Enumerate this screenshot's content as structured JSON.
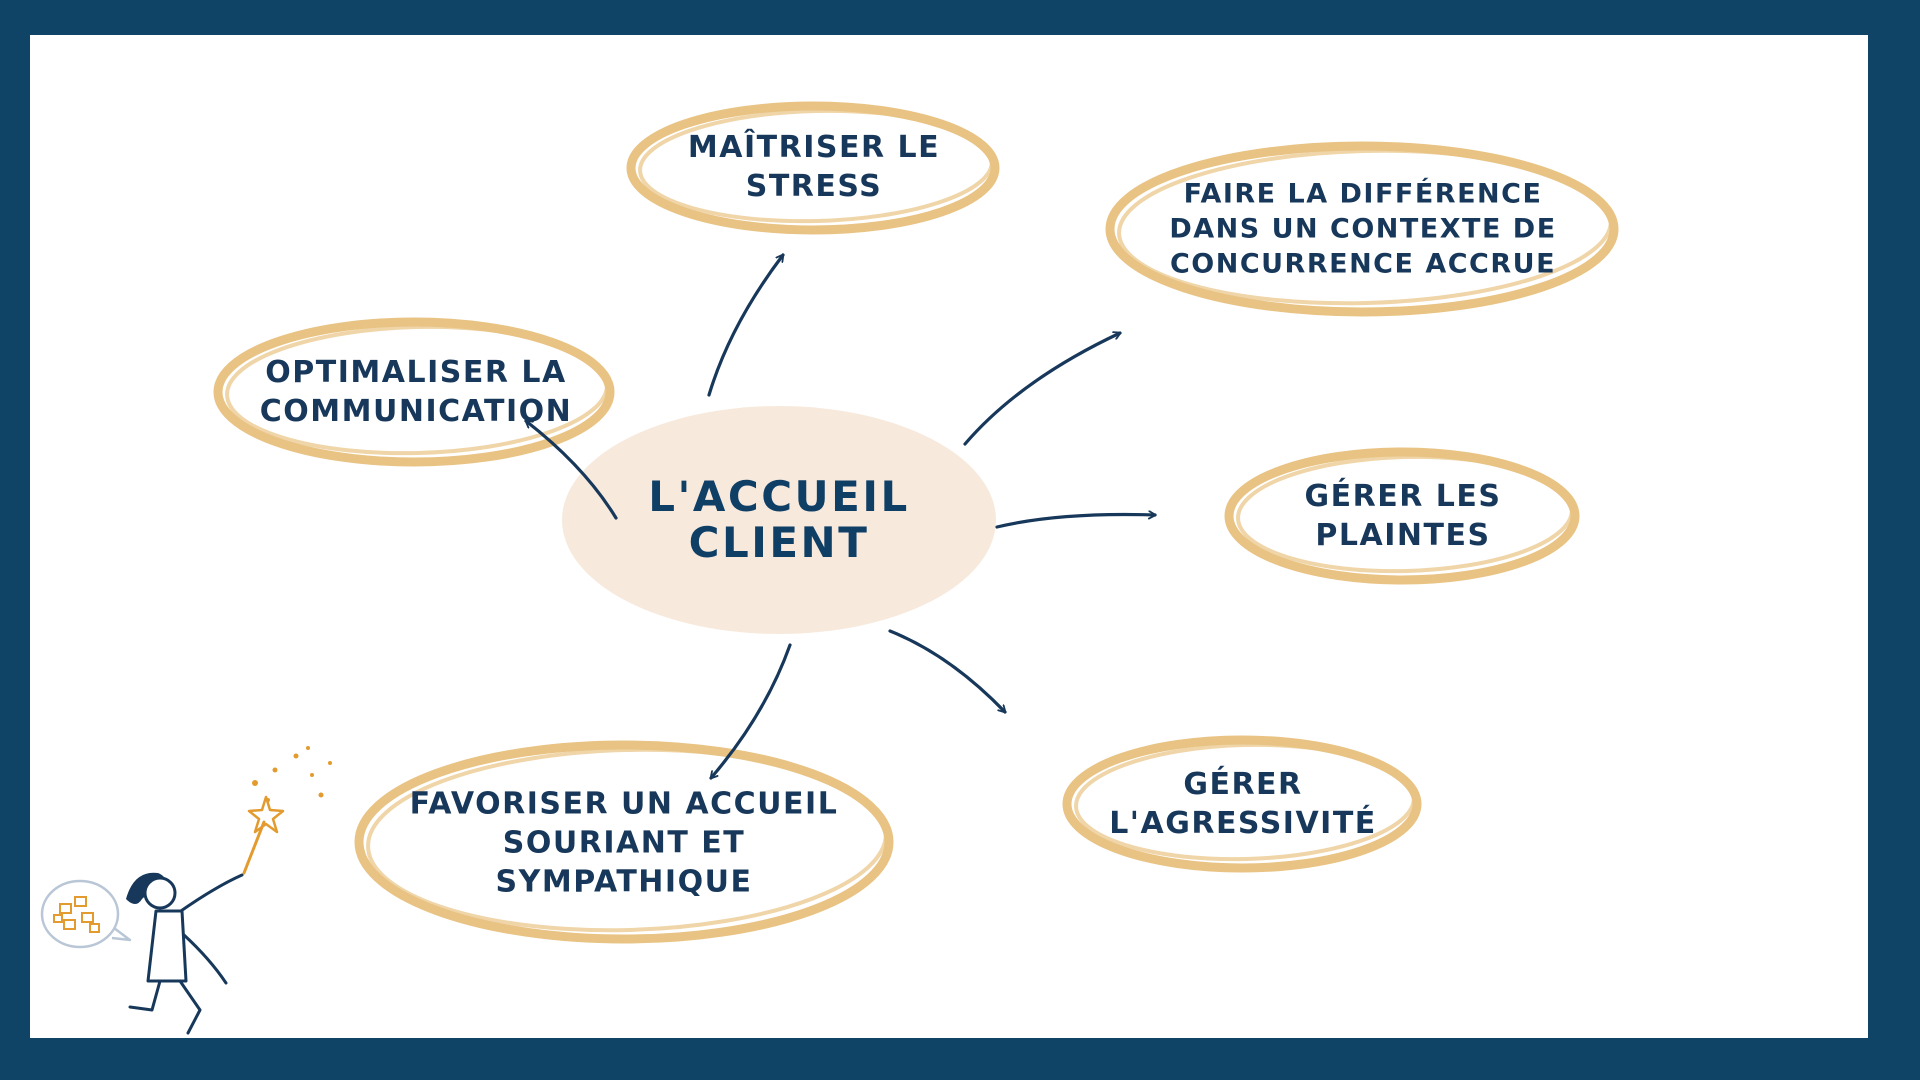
{
  "colors": {
    "frame": "#0f4467",
    "background": "#ffffff",
    "center_fill": "#f7eadd",
    "brush": "#e8c383",
    "arrow": "#17385a",
    "text": "#17385a",
    "accent": "#e39b2f"
  },
  "center": {
    "label": "L'ACCUEIL\nCLIENT"
  },
  "nodes": [
    {
      "id": "stress",
      "label": "MAÎTRISER LE\nSTRESS"
    },
    {
      "id": "difference",
      "label": "FAIRE LA DIFFÉRENCE\nDANS UN CONTEXTE DE\nCONCURRENCE ACCRUE"
    },
    {
      "id": "communication",
      "label": "OPTIMALISER LA\nCOMMUNICATION"
    },
    {
      "id": "plaintes",
      "label": "GÉRER LES\nPLAINTES"
    },
    {
      "id": "accueil",
      "label": "FAVORISER UN ACCUEIL\nSOURIANT ET\nSYMPATHIQUE"
    },
    {
      "id": "agressivite",
      "label": "GÉRER\nL'AGRESSIVITÉ"
    }
  ],
  "illustration": {
    "icon": "magic-wand-character-icon"
  }
}
